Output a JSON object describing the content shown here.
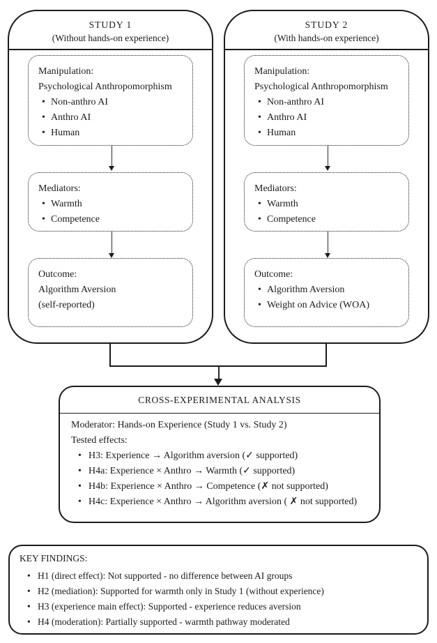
{
  "colors": {
    "ink": "#1a1a1a",
    "background": "#ffffff"
  },
  "study1": {
    "title": "STUDY 1",
    "subtitle": "(Without hands-on experience)",
    "manipulation": {
      "heading": "Manipulation:",
      "subheading": "Psychological Anthropomorphism",
      "items": [
        "Non-anthro AI",
        "Anthro AI",
        "Human"
      ]
    },
    "mediators": {
      "heading": "Mediators:",
      "items": [
        "Warmth",
        "Competence"
      ]
    },
    "outcome": {
      "heading": "Outcome:",
      "lines": [
        "Algorithm Aversion",
        "(self-reported)"
      ]
    }
  },
  "study2": {
    "title": "STUDY 2",
    "subtitle": "(With hands-on experience)",
    "manipulation": {
      "heading": "Manipulation:",
      "subheading": "Psychological Anthropomorphism",
      "items": [
        "Non-anthro AI",
        "Anthro AI",
        "Human"
      ]
    },
    "mediators": {
      "heading": "Mediators:",
      "items": [
        "Warmth",
        "Competence"
      ]
    },
    "outcome": {
      "heading": "Outcome:",
      "items": [
        "Algorithm Aversion",
        "Weight on Advice (WOA)"
      ]
    }
  },
  "analysis": {
    "title": "CROSS-EXPERIMENTAL ANALYSIS",
    "moderator_line": "Moderator: Hands-on Experience (Study 1 vs. Study 2)",
    "tested_label": "Tested effects:",
    "effects": [
      "H3: Experience → Algorithm aversion (✓ supported)",
      "H4a: Experience × Anthro → Warmth (✓ supported)",
      "H4b: Experience × Anthro → Competence (✗ not supported)",
      "H4c: Experience × Anthro → Algorithm aversion ( ✗ not supported)"
    ]
  },
  "key_findings": {
    "title": "KEY FINDINGS:",
    "items": [
      "H1 (direct effect): Not supported - no difference between AI groups",
      "H2 (mediation): Supported for warmth only in Study 1 (without experience)",
      "H3 (experience main effect): Supported - experience reduces aversion",
      "H4 (moderation): Partially supported - warmth pathway moderated"
    ]
  }
}
